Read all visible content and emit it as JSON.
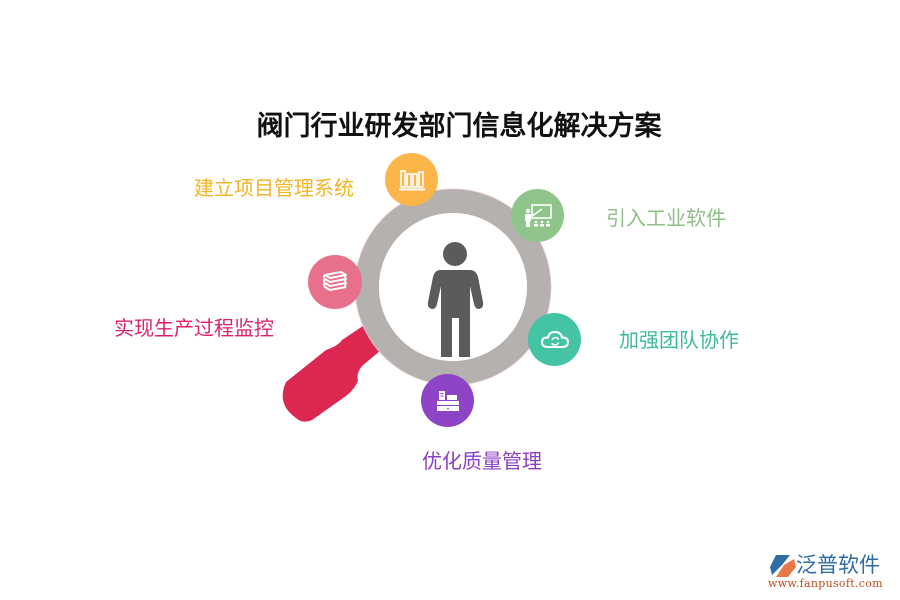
{
  "title": "阀门行业研发部门信息化解决方案",
  "center": {
    "icon": "person-icon",
    "ring_color": "#b5b1ae",
    "handle_color": "#dc2750",
    "figure_color": "#5b5b5b"
  },
  "items": [
    {
      "label": "建立项目管理系统",
      "icon": "books-shelf-icon",
      "color": "#fbb548",
      "text_color": "#f5b325"
    },
    {
      "label": "引入工业软件",
      "icon": "teacher-presentation-icon",
      "color": "#8fc48a",
      "text_color": "#8ebf87"
    },
    {
      "label": "实现生产过程监控",
      "icon": "book-stack-icon",
      "color": "#e8708a",
      "text_color": "#e0206e"
    },
    {
      "label": "加强团队协作",
      "icon": "cloud-sync-icon",
      "color": "#45c4a5",
      "text_color": "#3dbb9b"
    },
    {
      "label": "优化质量管理",
      "icon": "cash-register-icon",
      "color": "#8e44c6",
      "text_color": "#8a3fc2"
    }
  ],
  "logo": {
    "name": "泛普软件",
    "url": "www.fanpusoft.com"
  }
}
